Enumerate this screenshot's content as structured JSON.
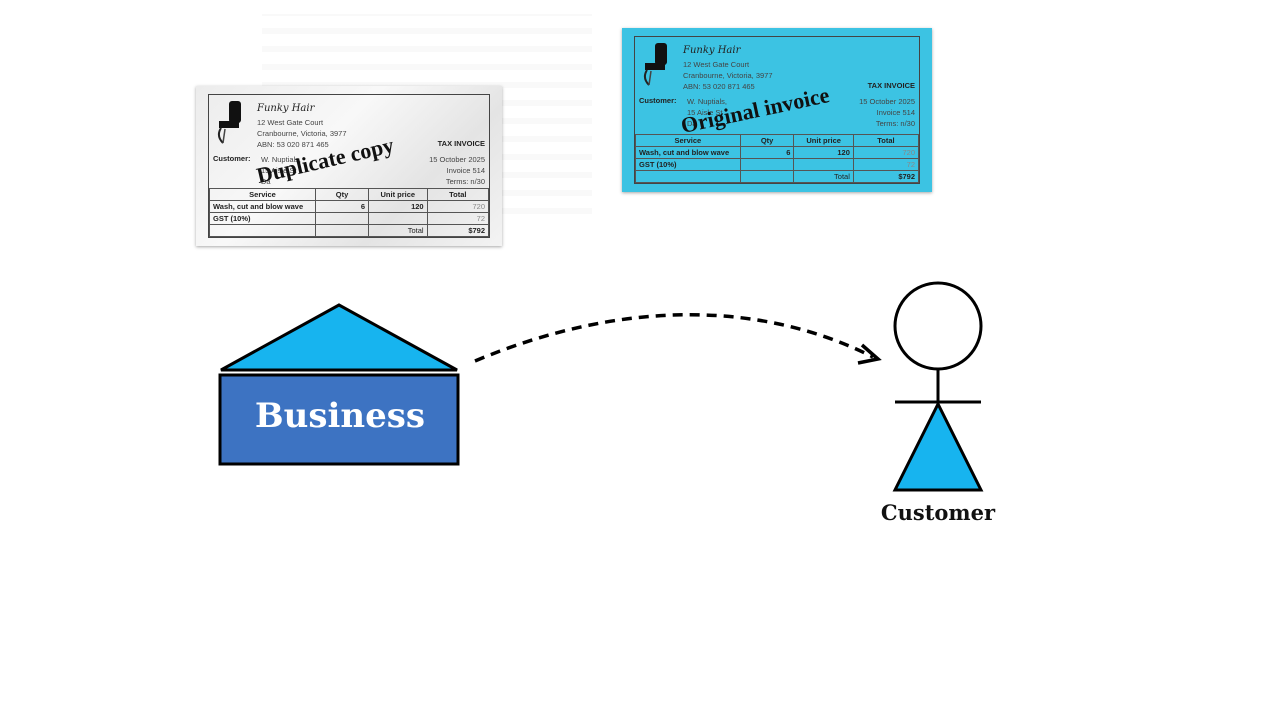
{
  "colors": {
    "business_fill": "#3d73c2",
    "roof_fill": "#17b4ef",
    "customer_fill": "#17b4ef",
    "original_invoice_bg": "#3cc3e3",
    "duplicate_invoice_bg": "#efefef"
  },
  "invoice": {
    "business_name": "Funky Hair",
    "address_line1": "12 West Gate Court",
    "address_line2": "Cranbourne, Victoria, 3977",
    "abn": "ABN: 53 020 871 465",
    "customer_label": "Customer:",
    "customer_name": "W. Nuptials,",
    "customer_street": "15 Aisle St",
    "customer_city": "Da",
    "tax_invoice": "TAX INVOICE",
    "date": "15 October 2025",
    "invoice_no": "Invoice 514",
    "terms": "Terms: n/30",
    "columns": [
      "Service",
      "Qty",
      "Unit price",
      "Total"
    ],
    "rows": [
      {
        "service": "Wash, cut and blow wave",
        "qty": "6",
        "unit_price": "120",
        "total": "720"
      },
      {
        "service": "GST (10%)",
        "qty": "",
        "unit_price": "",
        "total": "72"
      }
    ],
    "total_label": "Total",
    "total_value": "$792"
  },
  "duplicate_copy_label": "Duplicate copy",
  "original_invoice_label": "Original invoice",
  "business_label": "Business",
  "customer_label": "Customer"
}
